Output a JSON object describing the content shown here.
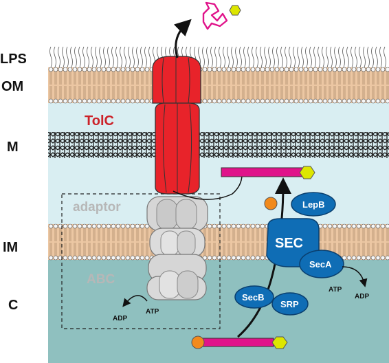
{
  "layers": {
    "lps": "LPS",
    "om": "OM",
    "m": "M",
    "im": "IM",
    "c": "C"
  },
  "labels": {
    "tolc": "TolC",
    "adaptor": "adaptor",
    "abc": "ABC",
    "sec": "SEC",
    "lepb": "LepB",
    "seca": "SecA",
    "secb": "SecB",
    "srp": "SRP",
    "atp_abc": "ATP",
    "adp_abc": "ADP",
    "atp_seca": "ATP",
    "adp_seca": "ADP"
  },
  "colors": {
    "periplasm": "#d9eef2",
    "cytoplasm": "#8fc0bf",
    "membrane": "#ecc7a3",
    "tolc": "#e8232a",
    "tolc_text": "#cc2229",
    "sec": "#0f6db5",
    "peptide": "#e0138a",
    "hexagon": "#dde600",
    "orange": "#f28a1c",
    "abc": "#d6d6d6",
    "abc_text": "#b7b7b7"
  }
}
